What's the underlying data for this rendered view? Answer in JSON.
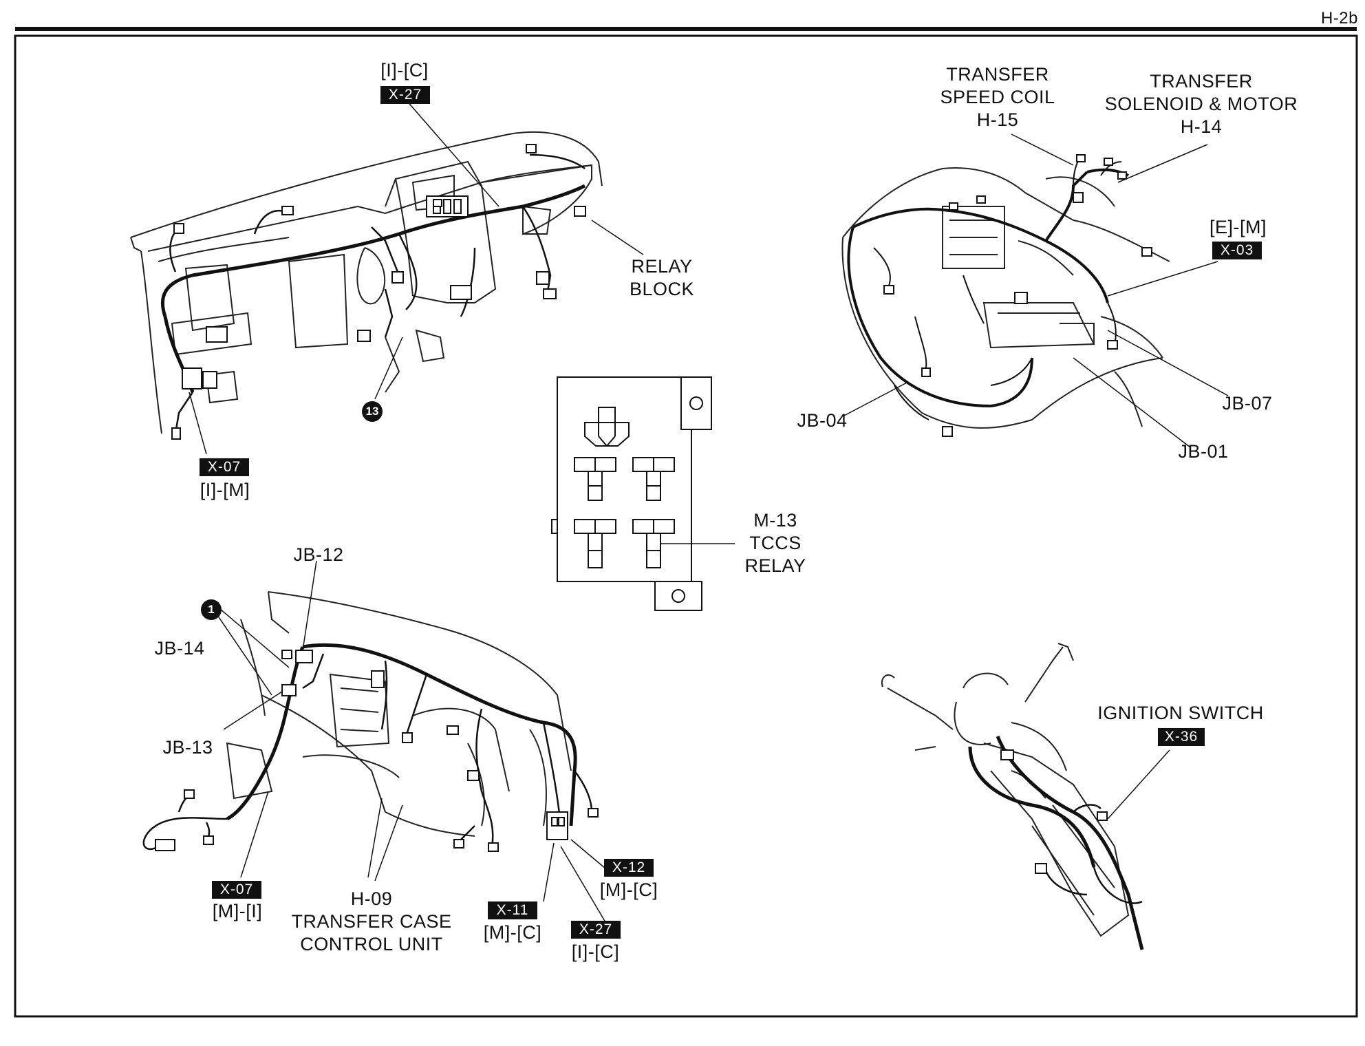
{
  "page": {
    "id": "H-2b"
  },
  "callouts": {
    "top_ic": "[I]-[C]",
    "x27_top": "X-27",
    "relay_block": [
      "RELAY",
      "BLOCK"
    ],
    "marker_13": "13",
    "x07_top": "X-07",
    "im": "[I]-[M]",
    "transfer_speed_coil": [
      "TRANSFER",
      "SPEED COIL",
      "H-15"
    ],
    "transfer_solenoid": [
      "TRANSFER",
      "SOLENOID & MOTOR",
      "H-14"
    ],
    "em": "[E]-[M]",
    "x03": "X-03",
    "jb07": "JB-07",
    "jb04": "JB-04",
    "jb01": "JB-01",
    "tccs_relay": [
      "M-13",
      "TCCS",
      "RELAY"
    ],
    "jb12": "JB-12",
    "marker_1": "1",
    "jb14": "JB-14",
    "jb13": "JB-13",
    "x07_bottom": "X-07",
    "mi": "[M]-[I]",
    "transfer_case": [
      "H-09",
      "TRANSFER CASE",
      "CONTROL UNIT"
    ],
    "x11": "X-11",
    "mc_x11": "[M]-[C]",
    "x12": "X-12",
    "mc_x12": "[M]-[C]",
    "x27_bottom": "X-27",
    "ic_bottom": "[I]-[C]",
    "ignition_switch": "IGNITION SWITCH",
    "x36": "X-36"
  }
}
